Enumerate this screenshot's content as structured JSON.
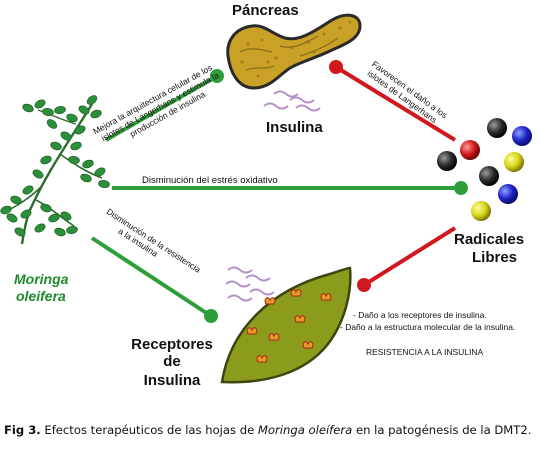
{
  "nodes": {
    "pancreas": {
      "label": "Páncreas"
    },
    "insulin": {
      "label": "Insulina"
    },
    "radicals": {
      "label_line1": "Radicales",
      "label_line2": "Libres"
    },
    "moringa": {
      "label_line1": "Moringa",
      "label_line2": "oleifera"
    },
    "receptors": {
      "label_line1": "Receptores",
      "label_line2": "de",
      "label_line3": "Insulina"
    }
  },
  "connections": {
    "moringa_pancreas": {
      "line1": "Mejora la arquitectura celular de los",
      "line2": "islotes de Langerhans y estimula la",
      "line3": "producción de insulina"
    },
    "radicals_pancreas": {
      "line1": "Favorecen el daño a los",
      "line2": "islotes de Langerhans"
    },
    "moringa_radicals": {
      "line1": "Disminución del estrés oxidativo"
    },
    "moringa_receptors": {
      "line1": "Disminución de la resistencia",
      "line2": "a la insulina"
    }
  },
  "effects": {
    "item1": "- Daño a los receptores de insulina.",
    "item2": "- Daño a la estructura molecular de la insulina.",
    "resistance": "RESISTENCIA A LA INSULINA"
  },
  "caption": {
    "label": "Fig 3.",
    "text_before": " Efectos terapéuticos de las hojas de ",
    "species": "Moringa oleífera",
    "text_after": " en la patogénesis de la DMT2."
  },
  "colors": {
    "green": "#2f9e3a",
    "red": "#d0181e",
    "pancreas_fill": "#c9a126",
    "receptor_fill": "#8d9b1c",
    "leaf_green": "#2c8f3a",
    "wave_purple": "#b590c8"
  }
}
